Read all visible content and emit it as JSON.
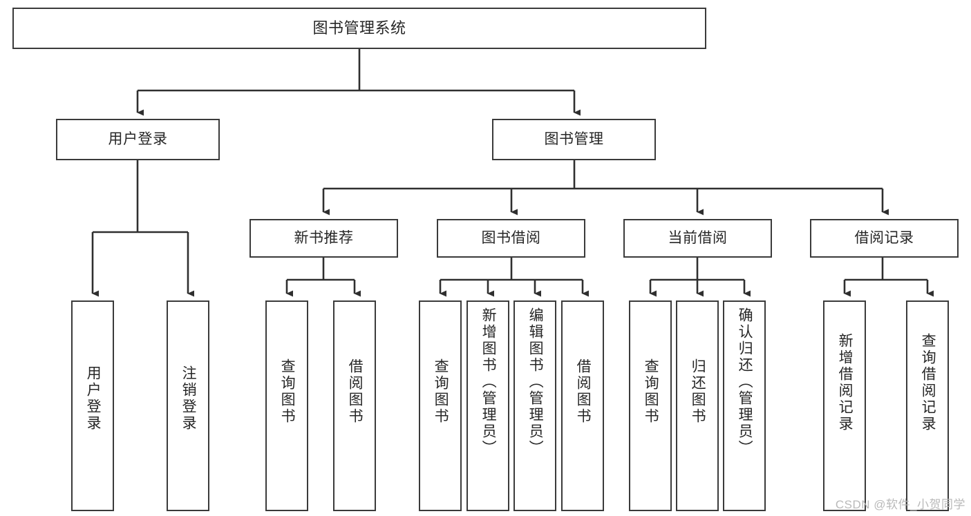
{
  "diagram": {
    "title": "图书管理系统",
    "type": "tree",
    "watermark": "CSDN @软件_小贺同学",
    "colors": {
      "background": "#ffffff",
      "border": "#3a3a3a",
      "text": "#262626",
      "connector": "#2f2f2f",
      "watermark": "#b9b9b9"
    },
    "nodes": {
      "root": {
        "label": "图书管理系统"
      },
      "level1": [
        {
          "id": "user-login",
          "label": "用户登录"
        },
        {
          "id": "book-manage",
          "label": "图书管理"
        }
      ],
      "level2": [
        {
          "id": "new-book-recommend",
          "label": "新书推荐"
        },
        {
          "id": "book-borrow",
          "label": "图书借阅"
        },
        {
          "id": "current-borrow",
          "label": "当前借阅"
        },
        {
          "id": "borrow-record",
          "label": "借阅记录"
        }
      ],
      "leaves": {
        "user-login": [
          {
            "id": "leaf-user-login",
            "label": "用户登录"
          },
          {
            "id": "leaf-logout",
            "label": "注销登录"
          }
        ],
        "new-book-recommend": [
          {
            "id": "leaf-query-book-1",
            "label": "查询图书"
          },
          {
            "id": "leaf-borrow-book-1",
            "label": "借阅图书"
          }
        ],
        "book-borrow": [
          {
            "id": "leaf-query-book-2",
            "label": "查询图书"
          },
          {
            "id": "leaf-add-book",
            "label": "新增图书（管理员）"
          },
          {
            "id": "leaf-edit-book",
            "label": "编辑图书（管理员）"
          },
          {
            "id": "leaf-borrow-book-2",
            "label": "借阅图书"
          }
        ],
        "current-borrow": [
          {
            "id": "leaf-query-book-3",
            "label": "查询图书"
          },
          {
            "id": "leaf-return-book",
            "label": "归还图书"
          },
          {
            "id": "leaf-confirm-return",
            "label": "确认归还（管理员）"
          }
        ],
        "borrow-record": [
          {
            "id": "leaf-add-record",
            "label": "新增借阅记录"
          },
          {
            "id": "leaf-query-record",
            "label": "查询借阅记录"
          }
        ]
      }
    }
  }
}
